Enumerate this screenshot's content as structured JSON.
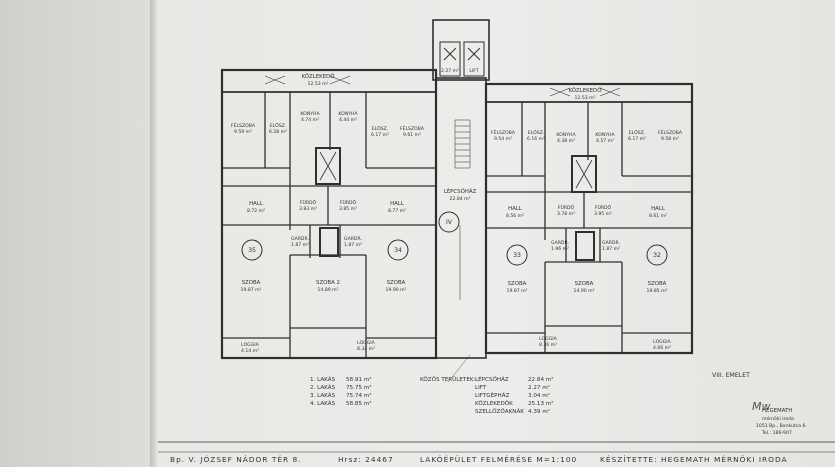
{
  "floor_label": "VIII. EMELET",
  "corridor_left": {
    "name": "KÖZLEKEDŐ",
    "area": "12.53 m²"
  },
  "corridor_right": {
    "name": "KÖZLEKEDŐ",
    "area": "12.53 m²"
  },
  "shaft_top": {
    "left": "2.27 m²",
    "right": "LIFT"
  },
  "stair": {
    "name": "LÉPCSŐHÁZ",
    "area": "22.84 m²",
    "marker": "IV"
  },
  "apartments": {
    "a35": {
      "number": "35",
      "felszoba": "FÉLSZOBA",
      "felszoba_area": "9.59 m²",
      "eloszoba": "ELŐSZ.",
      "eloszoba_area": "6.28 m²",
      "konyha": "KONYHA",
      "konyha_area": "4.74 m²",
      "hall": "HALL",
      "hall_area": "8.72 m²",
      "furdo": "FÜRDŐ",
      "furdo_area": "3.83 m²",
      "garder": "GARDR.",
      "garder_area": "1.87 m²",
      "szoba": "SZOBA",
      "szoba_area": "19.87 m²",
      "loggia": "LOGGIA",
      "loggia_area": "4.14 m²"
    },
    "a34": {
      "number": "34",
      "felszoba": "FÉLSZOBA",
      "felszoba_area": "9.61 m²",
      "eloszoba": "ELŐSZ.",
      "eloszoba_area": "6.17 m²",
      "konyha": "KONYHA",
      "konyha_area": "4.44 m²",
      "hall": "HALL",
      "hall_area": "8.77 m²",
      "furdo": "FÜRDŐ",
      "furdo_area": "3.85 m²",
      "garder": "GARDR.",
      "garder_area": "1.87 m²",
      "szoba": "SZOBA",
      "szoba_area": "19.90 m²",
      "szoba2": "SZOBA 2",
      "szoba2_area": "14.89 m²",
      "loggia": "LOGGIA",
      "loggia_area": "8.34 m²"
    },
    "a33": {
      "number": "33",
      "felszoba": "FÉLSZOBA",
      "felszoba_area": "9.54 m²",
      "eloszoba": "ELŐSZ.",
      "eloszoba_area": "6.16 m²",
      "konyha": "KONYHA",
      "konyha_area": "4.38 m²",
      "hall": "HALL",
      "hall_area": "8.56 m²",
      "furdo": "FÜRDŐ",
      "furdo_area": "3.78 m²",
      "garder": "GARDR.",
      "garder_area": "1.96 m²",
      "szoba": "SZOBA",
      "szoba_area": "19.87 m²",
      "szoba2": "SZOBA",
      "szoba2_area": "14.90 m²",
      "loggia": "LOGGIA",
      "loggia_area": "8.36 m²"
    },
    "a32": {
      "number": "32",
      "felszoba": "FÉLSZOBA",
      "felszoba_area": "9.58 m²",
      "eloszoba": "ELŐSZ.",
      "eloszoba_area": "6.17 m²",
      "konyha": "KONYHA",
      "konyha_area": "4.57 m²",
      "hall": "HALL",
      "hall_area": "8.61 m²",
      "furdo": "FÜRDŐ",
      "furdo_area": "3.95 m²",
      "garder": "GARDR.",
      "garder_area": "1.87 m²",
      "szoba": "SZOBA",
      "szoba_area": "19.85 m²",
      "loggia": "LOGGIA",
      "loggia_area": "4.06 m²"
    }
  },
  "lakas_table": [
    {
      "label": "1. LAKÁS",
      "area": "58.91 m²"
    },
    {
      "label": "2. LAKÁS",
      "area": "75.75 m²"
    },
    {
      "label": "3. LAKÁS",
      "area": "75.74 m²"
    },
    {
      "label": "4. LAKÁS",
      "area": "58.85 m²"
    }
  ],
  "common_title": "KÖZÖS TERÜLETEK:",
  "common_table": [
    {
      "label": "LÉPCSŐHÁZ",
      "area": "22.84 m²"
    },
    {
      "label": "LIFT",
      "area": "2.27 m²"
    },
    {
      "label": "LIFTGÉPHÁZ",
      "area": "3.04 m²"
    },
    {
      "label": "KÖZLEKEDŐK",
      "area": "25.13 m²"
    },
    {
      "label": "SZELLŐZŐAKNÁK",
      "area": "4.39 m²"
    }
  ],
  "footer": {
    "address": "Bp. V. JÓZSEF NÁDOR TÉR 8.",
    "hrsz": "Hrsz: 24467",
    "title": "LAKÓÉPÜLET FELMÉRÉSE M=1:100",
    "author": "KÉSZÍTETTE: HEGEMATH MÉRNÖKI IRODA"
  },
  "stamp": {
    "name": "HEGEMATH",
    "line1": "mérnöki iroda",
    "line2": "1051 Bp., Bankutca 6.",
    "line3": "Tel.: 186-907"
  }
}
